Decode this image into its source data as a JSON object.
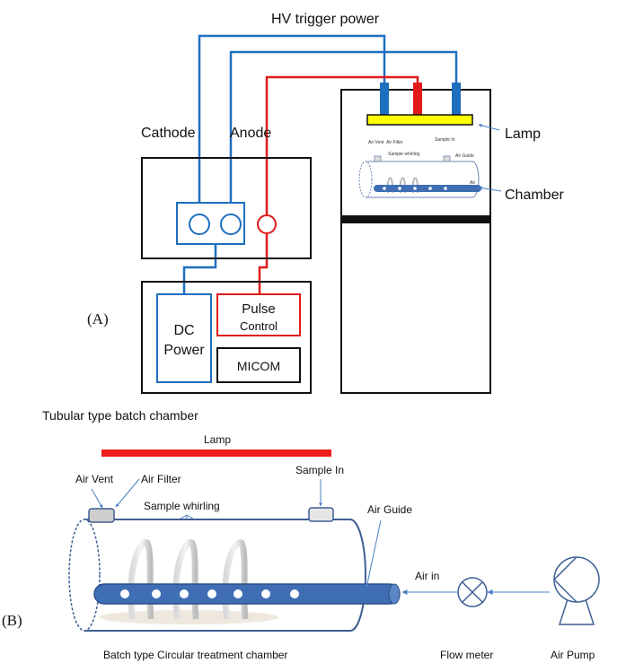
{
  "part_a": {
    "hv_trigger_power": "HV trigger power",
    "cathode": "Cathode",
    "anode": "Anode",
    "panel_label": "(A)",
    "dc_power_line1": "DC",
    "dc_power_line2": "Power",
    "pulse_line1": "Pulse",
    "pulse_line2": "Control",
    "micom": "MICOM",
    "lamp": "Lamp",
    "chamber": "Chamber",
    "inset": {
      "air_vent": "Air Vent",
      "air_filter": "Air Filter",
      "sample_whirling": "Sample whirling",
      "sample_in": "Sample In",
      "air_guide": "Air Guide",
      "air": "Air"
    }
  },
  "part_b": {
    "section_title": "Tubular type batch chamber",
    "lamp": "Lamp",
    "air_vent": "Air Vent",
    "air_filter": "Air Filter",
    "sample_in": "Sample In",
    "sample_whirling": "Sample whirling",
    "air_guide": "Air Guide",
    "air_in": "Air in",
    "panel_label": "(B)",
    "chamber_caption": "Batch type Circular treatment chamber",
    "flow_meter": "Flow meter",
    "air_pump": "Air Pump"
  },
  "colors": {
    "wire_blue": "#1f6fc0",
    "wire_red": "#e11b1b",
    "lamp_yellow": "#ffff00",
    "lamp_red": "#ee1c1c",
    "tube_blue": "#3f6eb4"
  }
}
